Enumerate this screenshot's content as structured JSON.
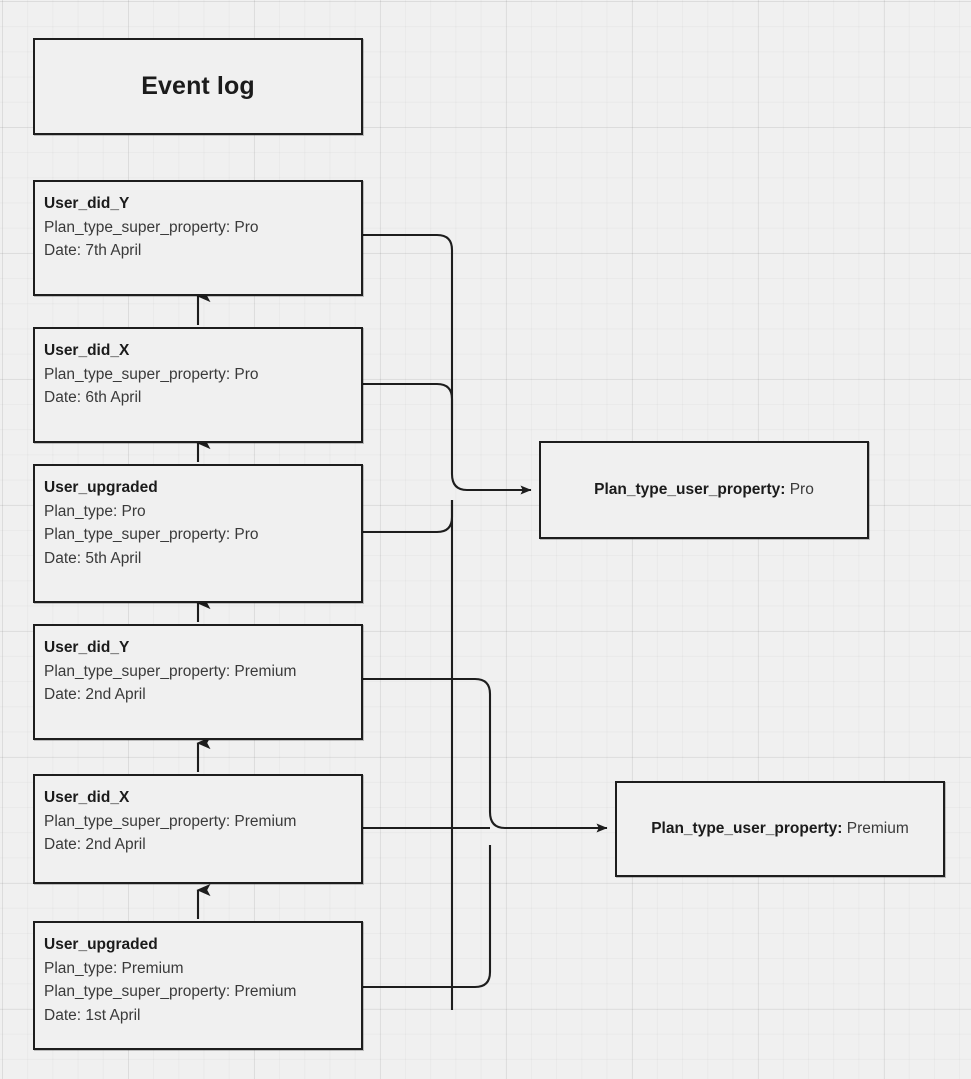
{
  "diagram": {
    "title_box": {
      "label": "Event log"
    },
    "events": [
      {
        "name": "User_did_Y",
        "lines": [
          "Plan_type_super_property: Pro",
          "Date: 7th April"
        ]
      },
      {
        "name": "User_did_X",
        "lines": [
          "Plan_type_super_property: Pro",
          "Date: 6th April"
        ]
      },
      {
        "name": "User_upgraded",
        "lines": [
          "Plan_type: Pro",
          "Plan_type_super_property: Pro",
          "Date: 5th April"
        ]
      },
      {
        "name": "User_did_Y",
        "lines": [
          "Plan_type_super_property: Premium",
          "Date: 2nd April"
        ]
      },
      {
        "name": "User_did_X",
        "lines": [
          "Plan_type_super_property: Premium",
          "Date: 2nd April"
        ]
      },
      {
        "name": "User_upgraded",
        "lines": [
          "Plan_type: Premium",
          "Plan_type_super_property: Premium",
          "Date: 1st April"
        ]
      }
    ],
    "user_properties": [
      {
        "key": "Plan_type_user_property:",
        "value": "Pro"
      },
      {
        "key": "Plan_type_user_property:",
        "value": "Premium"
      }
    ],
    "colors": {
      "background": "#f0f0f0",
      "stroke": "#1d1d1d",
      "text_strong": "#1b1b1b",
      "text_normal": "#3a3a3a",
      "grid_minor": "#e9e9e9",
      "grid_major": "#e2e2e2"
    }
  }
}
